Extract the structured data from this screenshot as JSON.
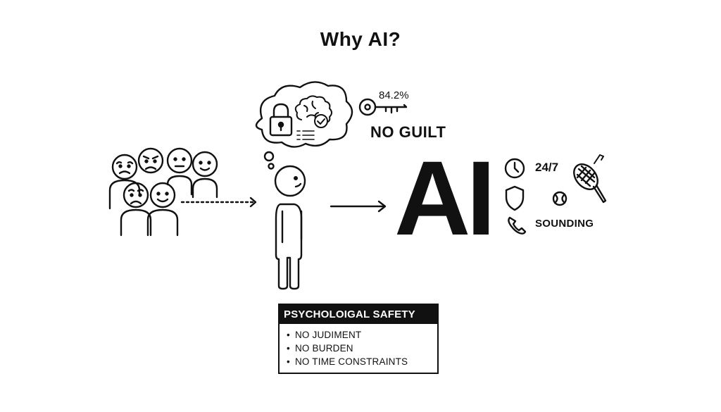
{
  "title": "Why AI?",
  "percentage": "84.2%",
  "no_guilt": "NO GUILT",
  "ai_label": "AI",
  "availability": "24/7",
  "sounding": "SOUNDING",
  "safety_box": {
    "heading": "PSYCHOLOIGAL SAFETY",
    "items": [
      "NO JUDIMENT",
      "NO BURDEN",
      "NO TIME CONSTRAINTS"
    ]
  },
  "icons": {
    "thought_bubble": [
      "lock-icon",
      "brain-check-icon",
      "checklist-icon"
    ],
    "key": "key-icon",
    "benefits": [
      "clock-icon",
      "shield-icon",
      "tennis-ball-icon",
      "phone-icon",
      "tennis-racket-icon"
    ]
  }
}
